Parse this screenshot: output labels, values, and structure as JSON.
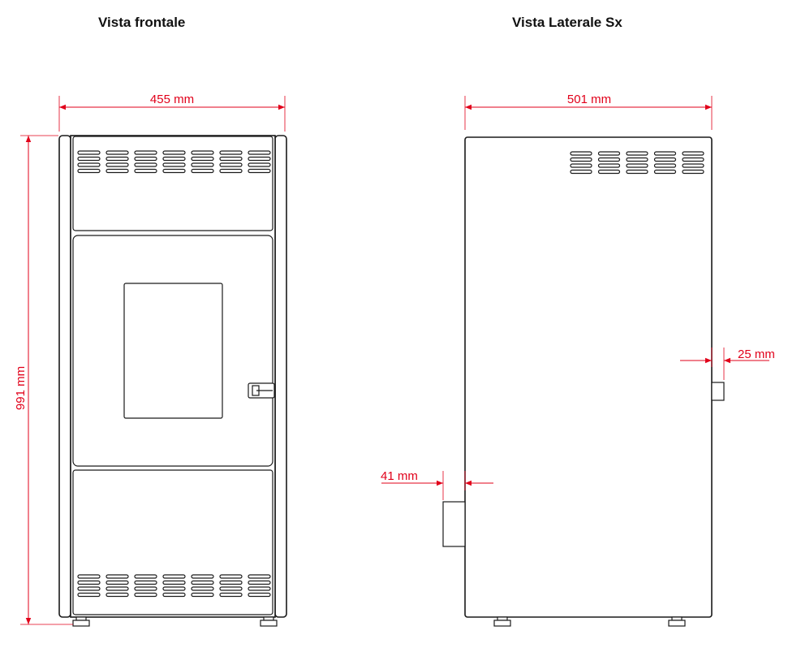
{
  "titles": {
    "front": "Vista frontale",
    "side": "Vista Laterale Sx"
  },
  "dimensions": {
    "front_width": "455 mm",
    "front_height": "991 mm",
    "side_depth": "501 mm",
    "side_right_protrusion": "25 mm",
    "side_left_protrusion": "41 mm"
  },
  "colors": {
    "dimension": "#e1001a",
    "outline": "#1a1a1a"
  }
}
